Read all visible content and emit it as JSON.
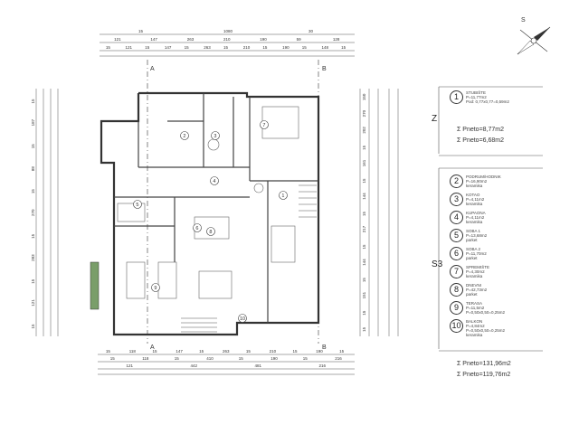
{
  "drawing": {
    "section_marks": [
      "A",
      "A",
      "B",
      "B"
    ],
    "compass_label": "S",
    "top_dims_row1": [
      "15",
      "1080",
      "30"
    ],
    "top_dims_row2": [
      "121",
      "147",
      "263",
      "210",
      "190",
      "59",
      "128"
    ],
    "top_dims_row3": [
      "15",
      "121",
      "15",
      "147",
      "15",
      "263",
      "15",
      "210",
      "15",
      "190",
      "15",
      "148",
      "15"
    ],
    "bottom_dims_row1": [
      "15",
      "118",
      "15",
      "147",
      "15",
      "263",
      "15",
      "210",
      "15",
      "190",
      "15"
    ],
    "bottom_dims_row2": [
      "15",
      "118",
      "15",
      "410",
      "15",
      "190",
      "15",
      "216"
    ],
    "bottom_dims_row3": [
      "121",
      "442",
      "481",
      "216"
    ],
    "left_dims": [
      "15",
      "187",
      "15",
      "88",
      "15",
      "270",
      "15",
      "283",
      "15",
      "121",
      "15"
    ],
    "right_dims": [
      "150",
      "270",
      "202",
      "15",
      "161",
      "15",
      "144",
      "15",
      "217",
      "15",
      "144",
      "15",
      "151",
      "15",
      "15"
    ],
    "room_numbers": [
      "1",
      "2",
      "3",
      "4",
      "5",
      "6",
      "7",
      "8",
      "9",
      "10"
    ],
    "floor_label": "S3",
    "zone_z": "Z"
  },
  "legend": {
    "z_items": [
      {
        "num": "1",
        "text": "STUBIŠTE\nP=11,77m2\nPod: 0,77x0,77=0,59m2"
      }
    ],
    "z_sums": [
      "Σ Pneto=8,77m2",
      "Σ Pneto=6,68m2"
    ],
    "s3_items": [
      {
        "num": "2",
        "text": "PODRUM/HODNIK\nP=16,90m2\nkeramika"
      },
      {
        "num": "3",
        "text": "KOTAO\nP=4,11m2\nkeramika"
      },
      {
        "num": "4",
        "text": "KUPAONA\nP=4,11m2\nkeramika"
      },
      {
        "num": "5",
        "text": "SOBA 1\nP=13,68m2\nparket"
      },
      {
        "num": "6",
        "text": "SOBA 2\nP=11,70m2\nparket"
      },
      {
        "num": "7",
        "text": "SPREMIŠTE\nP=4,30m2\nkeramika"
      },
      {
        "num": "8",
        "text": "DNEVNI\nP=42,73m2\nparket"
      },
      {
        "num": "9",
        "text": "TERASA\nP=11,5m2\nP=0,50x0,50=0,25m2"
      },
      {
        "num": "10",
        "text": "BALKON\nP=4,84m2\nP=0,50x0,50=0,25m2\nkeramika"
      }
    ],
    "s3_sums": [
      "Σ Pneto=131,96m2",
      "Σ Pneto=119,76m2"
    ]
  },
  "colors": {
    "line": "#333333",
    "wall": "#666666",
    "hedge": "#7a9e6a"
  }
}
